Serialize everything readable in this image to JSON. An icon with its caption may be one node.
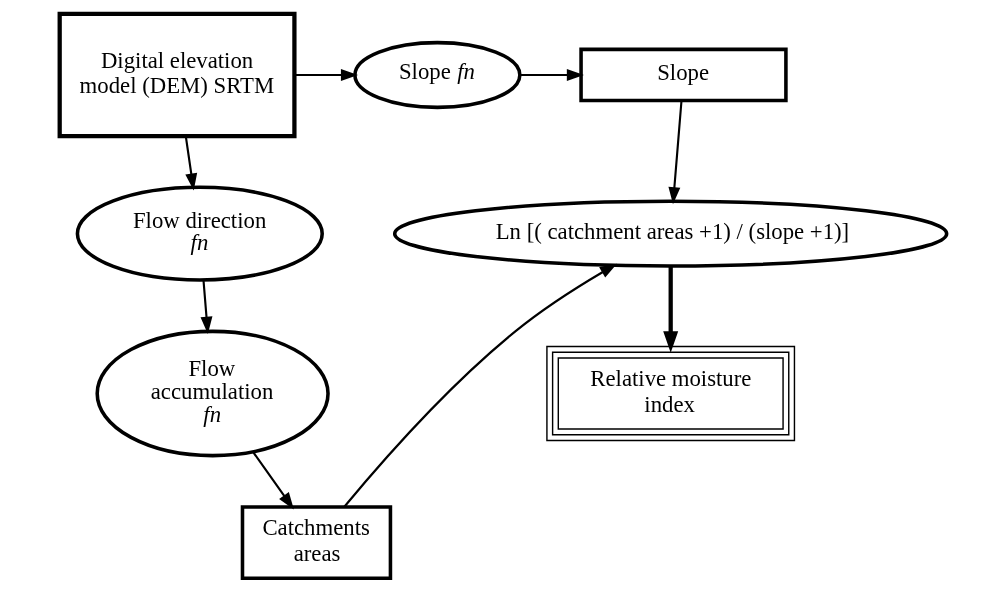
{
  "diagram": {
    "nodes": [
      {
        "text": [
          "Digital elevation model (DEM) SRTM"
        ]
      },
      {
        "text": [
          "Slope *fn*"
        ]
      },
      {
        "text": [
          "Slope"
        ]
      },
      {
        "text": [
          "Flow direction *fn*"
        ]
      },
      {
        "text": [
          "Flow accumulation *fn*"
        ]
      },
      {
        "text": [
          "Catchments areas"
        ]
      },
      {
        "text": [
          "Ln [( catchment areas +1) / (slope +1)]"
        ]
      },
      {
        "text": [
          "Relative moisture index"
        ]
      }
    ],
    "edges": [
      {
        "from": 0,
        "to": 1,
        "arrow": "to"
      },
      {
        "from": 1,
        "to": 2,
        "arrow": "to"
      },
      {
        "from": 0,
        "to": 3,
        "arrow": "to"
      },
      {
        "from": 3,
        "to": 4,
        "arrow": "to"
      },
      {
        "from": 4,
        "to": 5,
        "arrow": "to"
      },
      {
        "from": 5,
        "to": 6,
        "arrow": "to"
      },
      {
        "from": 2,
        "to": 6,
        "arrow": "to"
      },
      {
        "from": 6,
        "to": 7,
        "arrow": "to",
        "style": "thick"
      }
    ]
  }
}
